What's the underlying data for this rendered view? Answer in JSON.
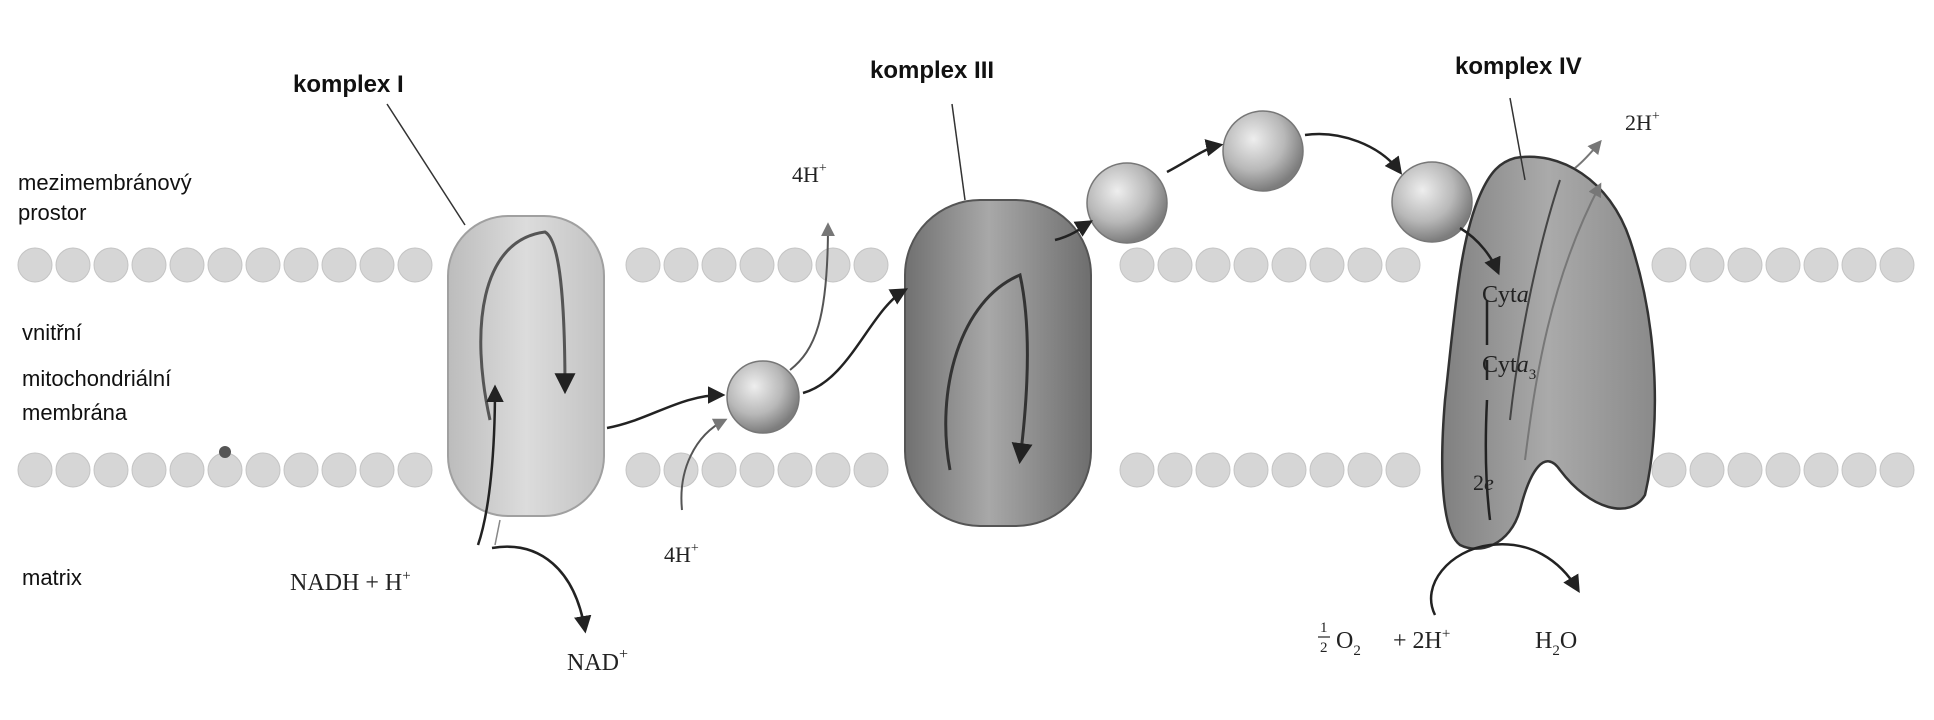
{
  "complexes": {
    "complex1": "komplex I",
    "complex3": "komplex III",
    "complex4": "komplex IV"
  },
  "regions": {
    "intermembrane": [
      "mezimembránový",
      "prostor"
    ],
    "inner_membrane": [
      "vnitřní",
      "mitochondriální",
      "membrána"
    ],
    "matrix": "matrix"
  },
  "chem": {
    "nadh": "NADH + H",
    "nadh_sup": "+",
    "nad": "NAD",
    "nad_sup": "+",
    "h4_top": "4H",
    "h4_top_sup": "+",
    "h4_bottom": "4H",
    "h4_bottom_sup": "+",
    "h2_top": "2H",
    "h2_top_sup": "+",
    "cyt_a": "Cyt",
    "cyt_a_it": "a",
    "cyt_a3": "Cyt",
    "cyt_a3_it": "a",
    "cyt_a3_sub": "3",
    "e2": "2",
    "e2_it": "e",
    "half_num": "1",
    "half_den": "2",
    "o2": "O",
    "o2_sub": "2",
    "plus_2h": "+ 2H",
    "plus_2h_sup": "+",
    "h2o_h": "H",
    "h2o_sub": "2",
    "h2o_o": "O"
  },
  "colors": {
    "lipid": "#d6d6d6",
    "complex1": "#cdcdcd",
    "complex3": "#8f8f8f",
    "complex4": "#9b9b9b",
    "carrier": "#bdbdbd"
  }
}
